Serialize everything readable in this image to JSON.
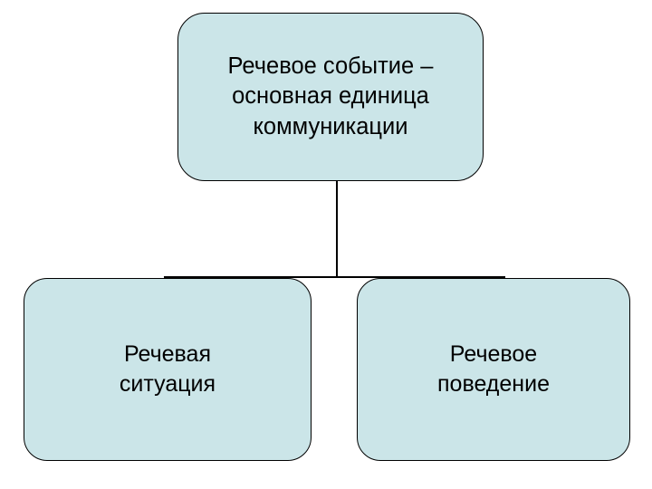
{
  "diagram": {
    "title": "Речевое событие – основная единица коммуникации",
    "nodes": [
      {
        "id": "root",
        "label": "Речевое событие –\nосновная единица\nкоммуникации"
      },
      {
        "id": "left",
        "label": "Речевая\nситуация"
      },
      {
        "id": "right",
        "label": "Речевое\nповедение"
      }
    ],
    "colors": {
      "node_fill": "#cbe5e8",
      "node_border": "#000000",
      "connector": "#000000",
      "background": "#ffffff",
      "text": "#000000"
    }
  }
}
